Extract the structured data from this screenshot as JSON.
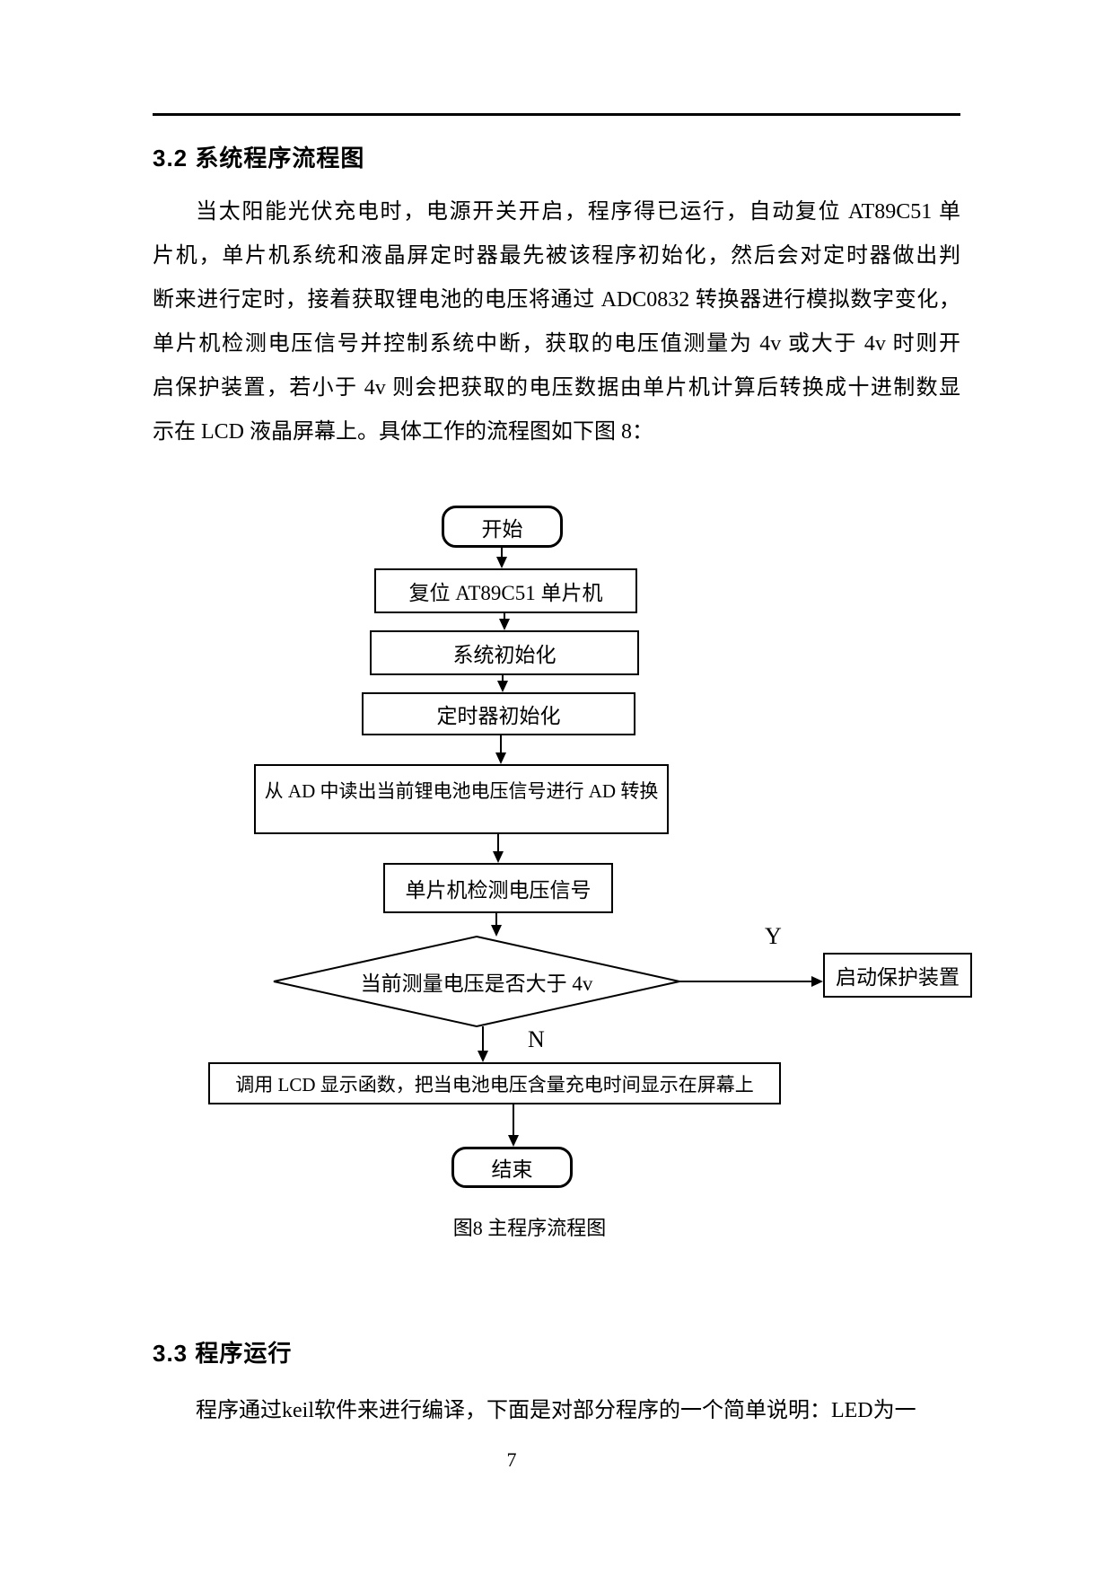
{
  "colors": {
    "text": "#000000",
    "line": "#000000",
    "background": "#ffffff"
  },
  "sections": {
    "s32": {
      "heading": "3.2 系统程序流程图",
      "lines": [
        "当太阳能光伏充电时，电源开关开启，程序得已运行，自动复位 AT89C51 单",
        "片机，单片机系统和液晶屏定时器最先被该程序初始化，然后会对定时器做出判",
        "断来进行定时，接着获取锂电池的电压将通过 ADC0832 转换器进行模拟数字变化，",
        "单片机检测电压信号并控制系统中断，获取的电压值测量为 4v 或大于 4v 时则开",
        "启保护装置，若小于 4v 则会把获取的电压数据由单片机计算后转换成十进制数显",
        "示在 LCD 液晶屏幕上。具体工作的流程图如下图 8："
      ]
    },
    "s33": {
      "heading": "3.3 程序运行",
      "paragraph": "程序通过keil软件来进行编译，下面是对部分程序的一个简单说明：LED为一"
    }
  },
  "flowchart": {
    "nodes": {
      "start": "开始",
      "reset": "复位 AT89C51 单片机",
      "sys_init": "系统初始化",
      "timer_init": "定时器初始化",
      "ad_convert": "从 AD 中读出当前锂电池电压信号进行 AD 转换",
      "detect": "单片机检测电压信号",
      "decision": "当前测量电压是否大于 4v",
      "protect": "启动保护装置",
      "lcd_display": "调用 LCD 显示函数，把当电池电压含量充电时间显示在屏幕上",
      "end": "结束"
    },
    "branch_labels": {
      "yes": "Y",
      "no": "N"
    },
    "caption": "图8 主程序流程图"
  },
  "page": {
    "number": "7"
  }
}
